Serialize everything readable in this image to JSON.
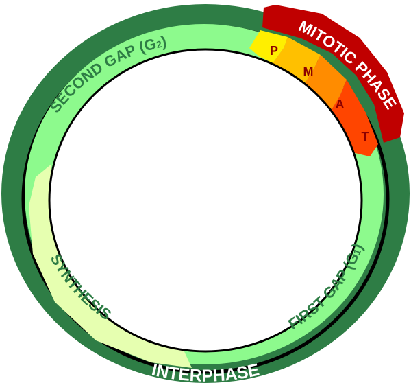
{
  "diagram": {
    "outer_ring": {
      "interphase_label": "INTERPHASE",
      "mitotic_label": "MITOTIC PHASE"
    },
    "inner_ring": {
      "g2_label_main": "SECOND GAP (G",
      "g2_label_sub": "2",
      "g2_label_end": ")",
      "synthesis_label": "SYNTHESIS",
      "g1_label_main": "FIRST GAP (G",
      "g1_label_sub": "1",
      "g1_label_end": ")"
    },
    "mitosis_stages": [
      {
        "letter": "P"
      },
      {
        "letter": "M"
      },
      {
        "letter": "A"
      },
      {
        "letter": "T"
      }
    ],
    "colors": {
      "interphase": "#2e7d45",
      "mitotic": "#c00000",
      "g1": "#8dfa8d",
      "g2": "#8dfa8d",
      "synthesis": "#e6ffb0",
      "prophase": "#ffef00",
      "metaphase": "#ffc000",
      "anaphase": "#ff8c00",
      "telophase": "#ff4500",
      "label_dark": "#2e7d45",
      "label_light": "#ffffff",
      "stage_letter": "#8b0000"
    }
  }
}
